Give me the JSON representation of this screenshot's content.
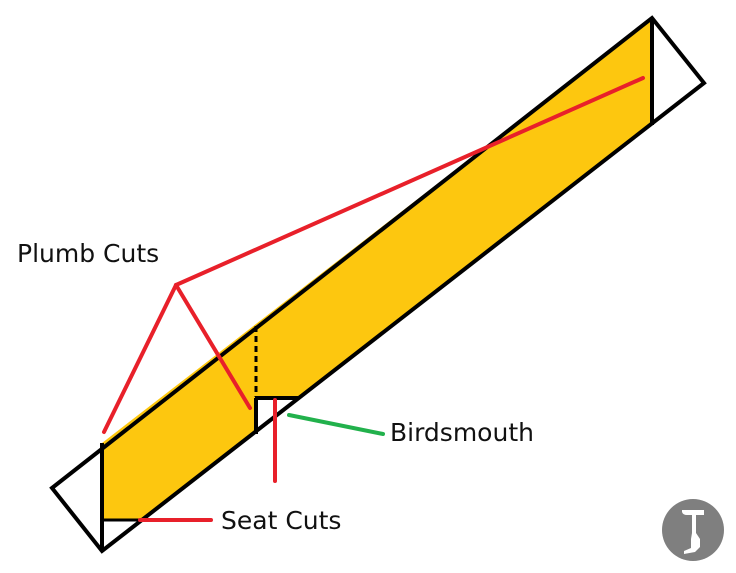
{
  "diagram": {
    "title": "Rafter cuts diagram",
    "labels": {
      "plumb_cuts": "Plumb Cuts",
      "birdsmouth": "Birdsmouth",
      "seat_cuts": "Seat Cuts"
    },
    "colors": {
      "board_fill": "#FDC70F",
      "outline": "#000000",
      "pointer_red": "#E8202A",
      "pointer_green": "#22B14C",
      "logo_gray": "#7F7F7F"
    },
    "elements": [
      {
        "name": "rafter-board",
        "kind": "rectangle-rotated",
        "fill": "none"
      },
      {
        "name": "rafter-cut-region",
        "kind": "polygon",
        "fill": "board_fill"
      },
      {
        "name": "left-plumb-cut",
        "kind": "line"
      },
      {
        "name": "right-plumb-cut",
        "kind": "line"
      },
      {
        "name": "left-seat-cut",
        "kind": "line"
      },
      {
        "name": "birdsmouth-notch",
        "kind": "notch"
      },
      {
        "name": "birdsmouth-plumb-extension",
        "kind": "dashed-line"
      }
    ],
    "pointers": {
      "plumb_cuts": [
        "left-plumb-cut",
        "birdsmouth-plumb-cut",
        "right-plumb-cut"
      ],
      "seat_cuts": [
        "left-seat-cut",
        "birdsmouth-seat-cut"
      ],
      "birdsmouth": [
        "birdsmouth-notch"
      ]
    },
    "logo": "hammer-logo"
  }
}
